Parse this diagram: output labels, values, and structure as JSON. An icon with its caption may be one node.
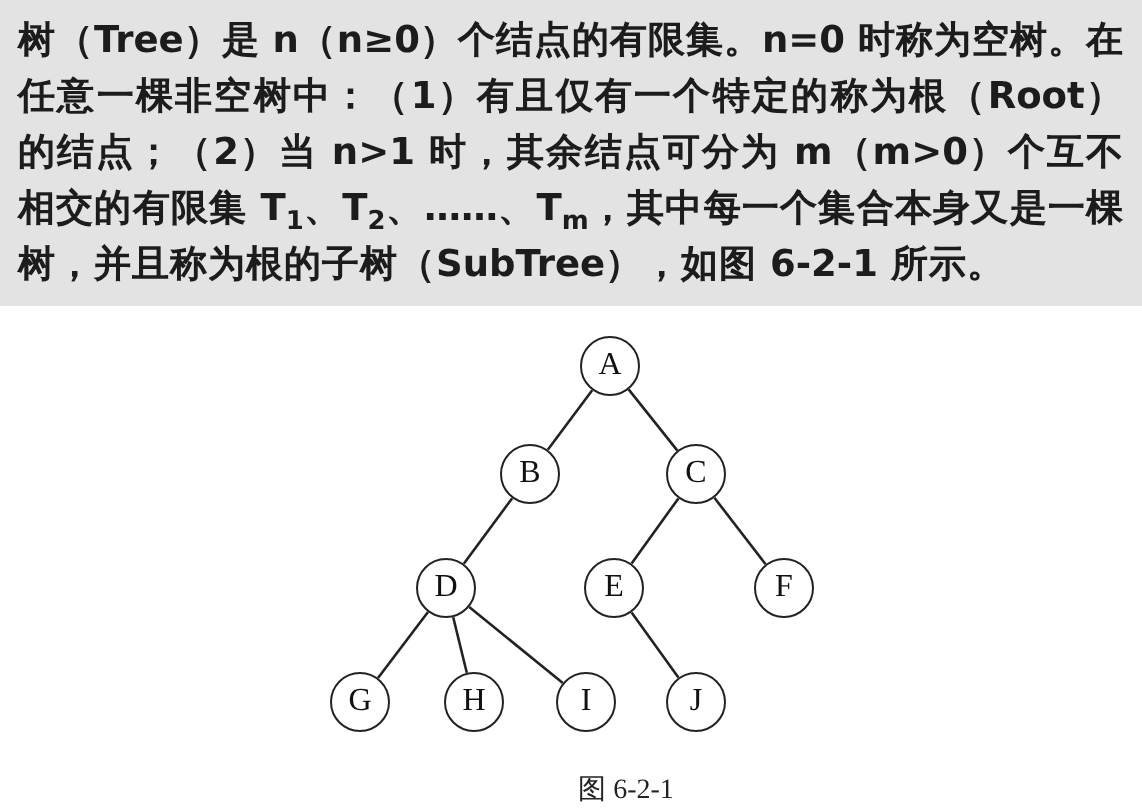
{
  "diagram": {
    "caption": "图 6-2-1",
    "nodes": [
      {
        "text": [
          "树（Tree）是 n（n≥0）个结点的有限集。n=0 时称为空树。在任意一棵非空树中：（1）有且仅有一个特定的称为根（Root）的结点；（2）当 n>1 时，其余结点可分为 m（m>0）个互不相交的有限集 T$_{1}$、T$_{2}$、……、T$_{m}$，其中每一个集合本身又是一棵树，并且称为根的子树（SubTree），如图 6-2-1 所示。"
        ]
      },
      {
        "text": [
          "A"
        ]
      },
      {
        "text": [
          "B"
        ]
      },
      {
        "text": [
          "C"
        ]
      },
      {
        "text": [
          "D"
        ]
      },
      {
        "text": [
          "E"
        ]
      },
      {
        "text": [
          "F"
        ]
      },
      {
        "text": [
          "G"
        ]
      },
      {
        "text": [
          "H"
        ]
      },
      {
        "text": [
          "I"
        ]
      },
      {
        "text": [
          "J"
        ]
      }
    ],
    "edges": [
      {
        "from": 1,
        "to": 2,
        "arrow": "none"
      },
      {
        "from": 1,
        "to": 3,
        "arrow": "none"
      },
      {
        "from": 2,
        "to": 4,
        "arrow": "none"
      },
      {
        "from": 3,
        "to": 5,
        "arrow": "none"
      },
      {
        "from": 3,
        "to": 6,
        "arrow": "none"
      },
      {
        "from": 4,
        "to": 7,
        "arrow": "none"
      },
      {
        "from": 4,
        "to": 8,
        "arrow": "none"
      },
      {
        "from": 4,
        "to": 9,
        "arrow": "none"
      },
      {
        "from": 5,
        "to": 10,
        "arrow": "none"
      }
    ]
  }
}
